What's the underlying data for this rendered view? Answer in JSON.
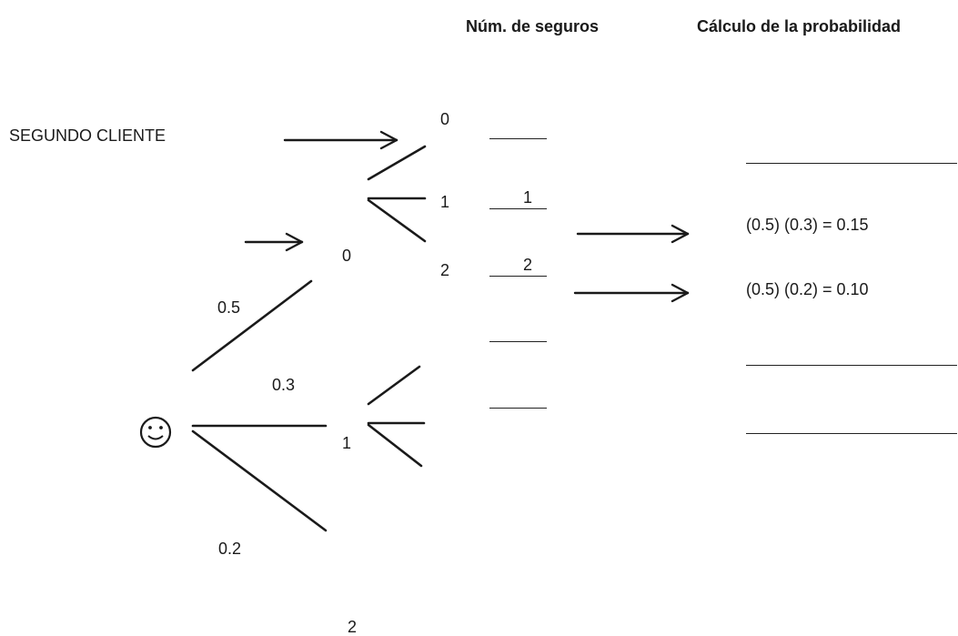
{
  "headers": {
    "num_seguros": "Núm. de seguros",
    "calculo": "Cálculo de la probabilidad"
  },
  "segundo_cliente_label": "SEGUNDO CLIENTE",
  "first_level": {
    "probs": [
      "0.5",
      "0.3",
      "0.2"
    ],
    "nodes": [
      "0",
      "1",
      "2"
    ]
  },
  "second_level_labels": [
    "0",
    "1",
    "2"
  ],
  "num_seguros_answers": [
    "1",
    "2"
  ],
  "calculations": [
    "(0.5) (0.3) = 0.15",
    "(0.5) (0.2) = 0.10"
  ],
  "root_icon": "smiley-face-icon"
}
